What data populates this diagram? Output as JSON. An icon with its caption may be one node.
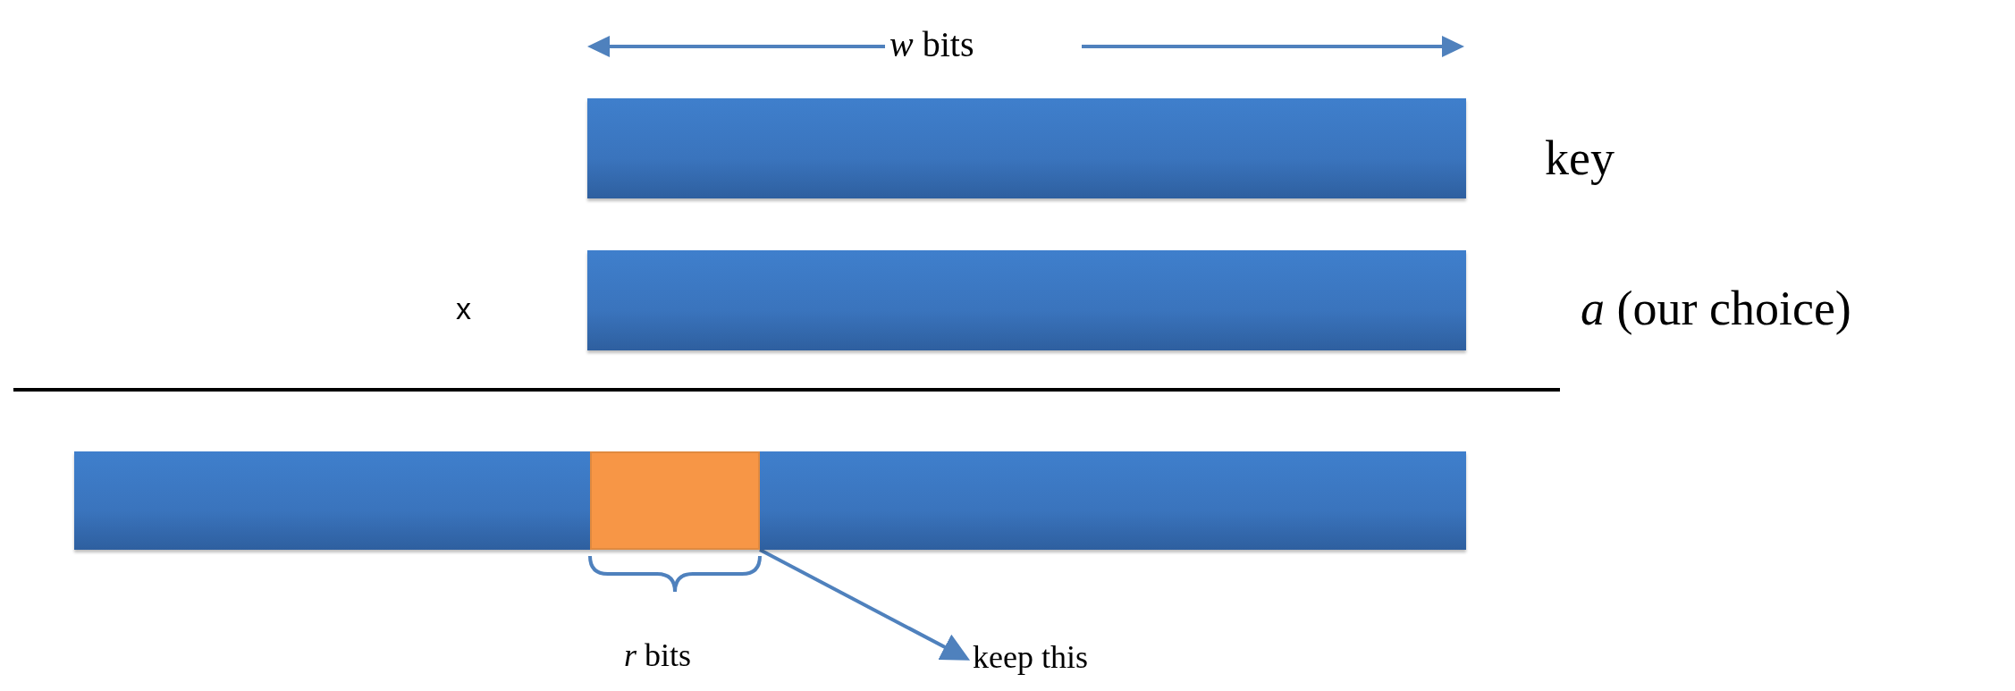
{
  "diagram": {
    "nodes": [
      {
        "text": [],
        "shape": "bar",
        "beside": [
          "key"
        ]
      },
      {
        "text": [],
        "shape": "bar",
        "beside": [
          "*a* (our choice)"
        ]
      },
      {
        "text": [],
        "shape": "bar"
      },
      {
        "text": [],
        "shape": "box",
        "in": 2
      },
      {
        "text": [
          "keep this"
        ]
      }
    ],
    "edges": [
      {
        "from": 3,
        "to": 4,
        "arrow": "to"
      }
    ],
    "labels": [
      "*w* bits",
      "x",
      "*r* bits"
    ]
  }
}
